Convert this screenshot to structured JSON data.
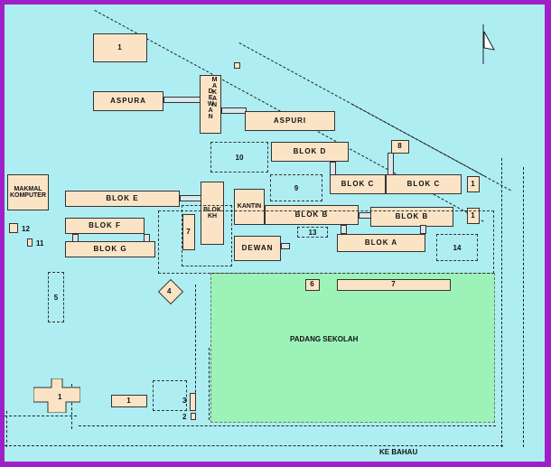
{
  "labels": {
    "aspura": "ASPURA",
    "aspuri": "ASPURI",
    "dewan_makan_a": "DEWAN",
    "dewan_makan_b": "MAKAN",
    "blok_d": "BLOK D",
    "blok_c1": "BLOK C",
    "blok_c2": "BLOK C",
    "blok_e": "BLOK E",
    "blok_kh": "BLOK KH",
    "kantin": "KANTIN",
    "blok_b1": "BLOK B",
    "blok_b2": "BLOK B",
    "blok_f": "BLOK F",
    "blok_g": "BLOK G",
    "blok_a": "BLOK A",
    "dewan": "DEWAN",
    "makmal_komputer_a": "MAKMAL",
    "makmal_komputer_b": "KOMPUTER",
    "padang_sekolah": "PADANG SEKOLAH",
    "ke_bahau": "KE BAHAU"
  },
  "numbers": {
    "n1_top": "1",
    "n1_right_a": "1",
    "n1_right_b": "1",
    "n1_bottom_left": "1",
    "n1_bottom_mid": "1",
    "n2": "2",
    "n3": "3",
    "n4": "4",
    "n5": "5",
    "n6": "6",
    "n7_small": "7",
    "n7_long": "7",
    "n8": "8",
    "n9": "9",
    "n10": "10",
    "n11": "11",
    "n12": "12",
    "n13": "13",
    "n14": "14"
  },
  "colors": {
    "background": "#aeeef2",
    "frame": "#a020c8",
    "field": "#9df2b8",
    "building": "#fbe4c6"
  },
  "icons": {
    "flag": "flag-icon"
  }
}
